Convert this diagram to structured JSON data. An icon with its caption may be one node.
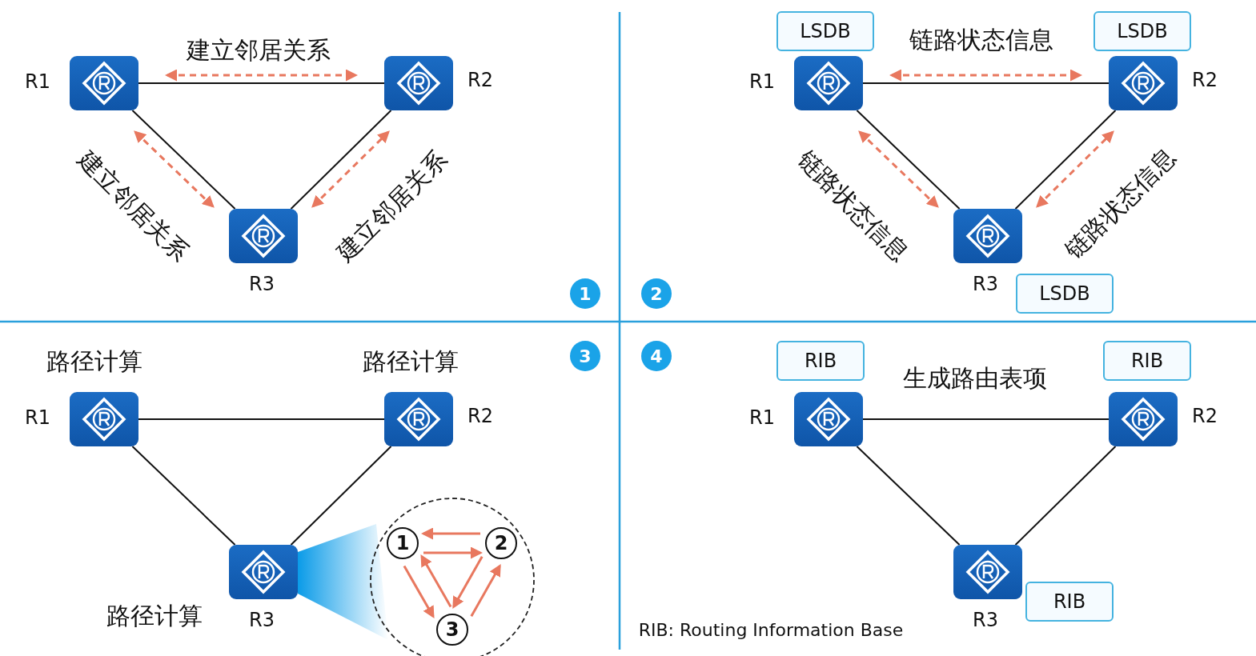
{
  "diagram": {
    "nodes": [
      {
        "text": [
          "R1"
        ]
      },
      {
        "text": [
          "R2"
        ]
      },
      {
        "text": [
          "R3"
        ]
      },
      {
        "text": [
          "LSDB"
        ]
      },
      {
        "text": [
          "LSDB"
        ]
      },
      {
        "text": [
          "R1"
        ]
      },
      {
        "text": [
          "R2"
        ]
      },
      {
        "text": [
          "R3"
        ]
      },
      {
        "text": [
          "LSDB"
        ]
      },
      {
        "text": [
          "R1"
        ],
        "beside": [
          "路径计算"
        ]
      },
      {
        "text": [
          "R2"
        ],
        "beside": [
          "路径计算"
        ]
      },
      {
        "text": [
          "R3"
        ],
        "beside": [
          "路径计算"
        ]
      },
      {
        "text": [],
        "shape": "circle"
      },
      {
        "text": [
          "1"
        ],
        "in": 12
      },
      {
        "text": [
          "2"
        ],
        "in": 12
      },
      {
        "text": [
          "3"
        ],
        "in": 12
      },
      {
        "text": [
          "RIB"
        ]
      },
      {
        "text": [
          "RIB"
        ]
      },
      {
        "text": [
          "R1"
        ]
      },
      {
        "text": [
          "R2"
        ]
      },
      {
        "text": [
          "R3"
        ]
      },
      {
        "text": [
          "RIB"
        ]
      },
      {
        "text": [],
        "shape": "cone"
      }
    ],
    "edges": [
      {
        "from": 0,
        "to": 1,
        "arrow": "none"
      },
      {
        "from": 0,
        "to": 2,
        "arrow": "none"
      },
      {
        "from": 1,
        "to": 2,
        "arrow": "none"
      },
      {
        "from": 0,
        "to": 1,
        "arrow": "both",
        "style": "dashed",
        "color": "#e8785f",
        "label": "建立邻居关系"
      },
      {
        "from": 0,
        "to": 2,
        "arrow": "both",
        "style": "dashed",
        "color": "#e8785f",
        "label": "建立邻居关系"
      },
      {
        "from": 2,
        "to": 1,
        "arrow": "both",
        "style": "dashed",
        "color": "#e8785f",
        "label": "建立邻居关系"
      },
      {
        "from": 5,
        "to": 6,
        "arrow": "none"
      },
      {
        "from": 5,
        "to": 7,
        "arrow": "none"
      },
      {
        "from": 6,
        "to": 7,
        "arrow": "none"
      },
      {
        "from": 5,
        "to": 6,
        "arrow": "both",
        "style": "dashed",
        "color": "#e8785f",
        "label": "链路状态信息"
      },
      {
        "from": 5,
        "to": 7,
        "arrow": "both",
        "style": "dashed",
        "color": "#e8785f",
        "label": "链路状态信息"
      },
      {
        "from": 7,
        "to": 6,
        "arrow": "both",
        "style": "dashed",
        "color": "#e8785f",
        "label": "链路状态信息"
      },
      {
        "from": 9,
        "to": 10,
        "arrow": "none"
      },
      {
        "from": 9,
        "to": 11,
        "arrow": "none"
      },
      {
        "from": 10,
        "to": 11,
        "arrow": "none"
      },
      {
        "from": 14,
        "to": 13,
        "arrow": "to",
        "color": "#e8785f"
      },
      {
        "from": 13,
        "to": 14,
        "arrow": "to",
        "color": "#e8785f"
      },
      {
        "from": 15,
        "to": 13,
        "arrow": "to",
        "color": "#e8785f"
      },
      {
        "from": 13,
        "to": 15,
        "arrow": "to",
        "color": "#e8785f"
      },
      {
        "from": 14,
        "to": 15,
        "arrow": "to",
        "color": "#e8785f"
      },
      {
        "from": 15,
        "to": 14,
        "arrow": "to",
        "color": "#e8785f"
      },
      {
        "from": 18,
        "to": 19,
        "arrow": "none"
      },
      {
        "from": 18,
        "to": 20,
        "arrow": "none"
      },
      {
        "from": 19,
        "to": 20,
        "arrow": "none"
      }
    ],
    "labels": [
      "1",
      "2",
      "3",
      "4",
      "生成路由表项",
      "RIB: Routing Information Base"
    ]
  }
}
